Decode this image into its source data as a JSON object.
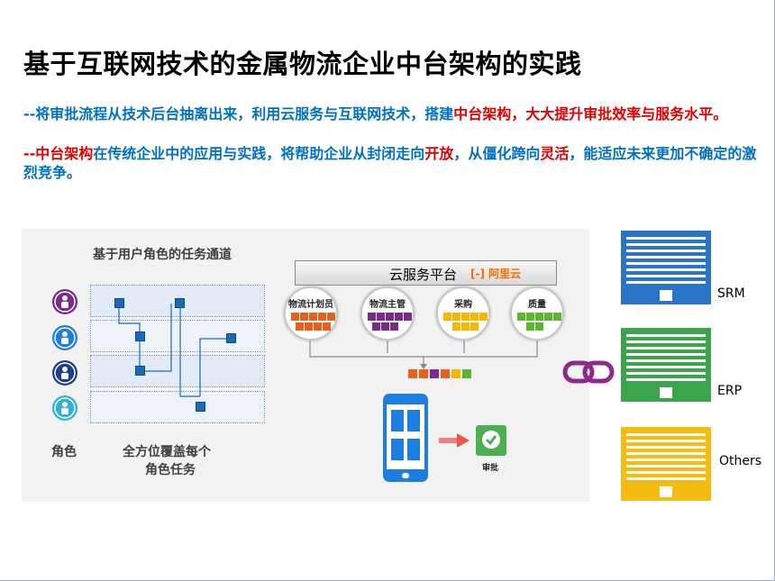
{
  "title": "基于互联网技术的金属物流企业中台架构的实践",
  "para1": {
    "a": "--将审批流程从技术后台抽离出来，利用云服务与互联网技术，搭建",
    "b": "中台架构，大大提升审批效率与服务水平。"
  },
  "para2": {
    "a": "--中台架构",
    "b": "在传统企业中的应用与实践，将帮助企业从封闭走向",
    "c": "开放",
    "d": "，从僵化跨向",
    "e": "灵活",
    "f": "，能适应未来更加不确定的激烈竞争。"
  },
  "diagram": {
    "channel_title": "基于用户角色的任务通道",
    "role_label": "角色",
    "coverage_label_1": "全方位覆盖每个",
    "coverage_label_2": "角色任务",
    "cloud_platform": "云服务平台",
    "cloud_logo": "[-] 阿里云",
    "departments": [
      "物流计划员",
      "物流主管",
      "采购",
      "质量"
    ],
    "approval_label": "审批",
    "systems": [
      "SRM",
      "ERP",
      "Others"
    ]
  },
  "colors": {
    "title_blue": "#0070c0",
    "accent_red": "#e00000",
    "orange": "#e8611a",
    "purple": "#7b2a8c",
    "yellow": "#f5b800",
    "green": "#5bb531",
    "system_blue": "#2a73c6",
    "system_green": "#3aa54a",
    "system_yellow": "#f5bd12"
  }
}
